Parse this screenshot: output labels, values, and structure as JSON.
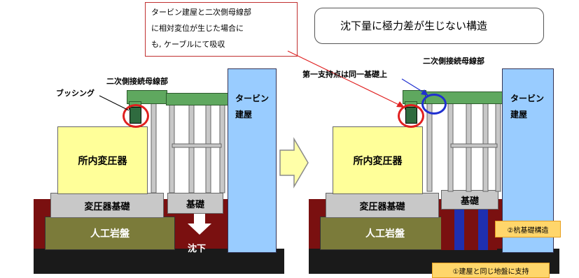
{
  "callouts": {
    "red_note_line1": "タービン建屋と二次側母線部",
    "red_note_line2": "に相対変位が生じた場合に",
    "red_note_line3": "も, ケーブルにて吸収",
    "structure_note": "沈下量に極力差が生じない構造"
  },
  "left": {
    "bus_label": "二次側接続母線部",
    "bushing_label": "ブッシング",
    "turbine_line1": "タービン",
    "turbine_line2": "建屋",
    "transformer": "所内変圧器",
    "transformer_base": "変圧器基礎",
    "foundation": "基礎",
    "rock": "人工岩盤",
    "subsidence": "沈下"
  },
  "right": {
    "bus_label": "二次側接続母線部",
    "support_label": "第一支持点は同一基礎上",
    "turbine_line1": "タービン",
    "turbine_line2": "建屋",
    "transformer": "所内変圧器",
    "transformer_base": "変圧器基礎",
    "foundation": "基礎",
    "rock": "人工岩盤",
    "pile_label": "②杭基礎構造",
    "ground_label": "①建屋と同じ地盤に支持"
  },
  "colors": {
    "transformer": "#ffff99",
    "turbine": "#99ccff",
    "bus": "#5fa85f",
    "rock": "#7b7b3a",
    "base_gray": "#c8c8c8",
    "ground": "#1a1a1a",
    "dark_red": "#7a1010",
    "pile_blue": "#1f2fb0",
    "orange_label_bg": "#ffd66b",
    "arrow_fill": "#ffffa8"
  }
}
